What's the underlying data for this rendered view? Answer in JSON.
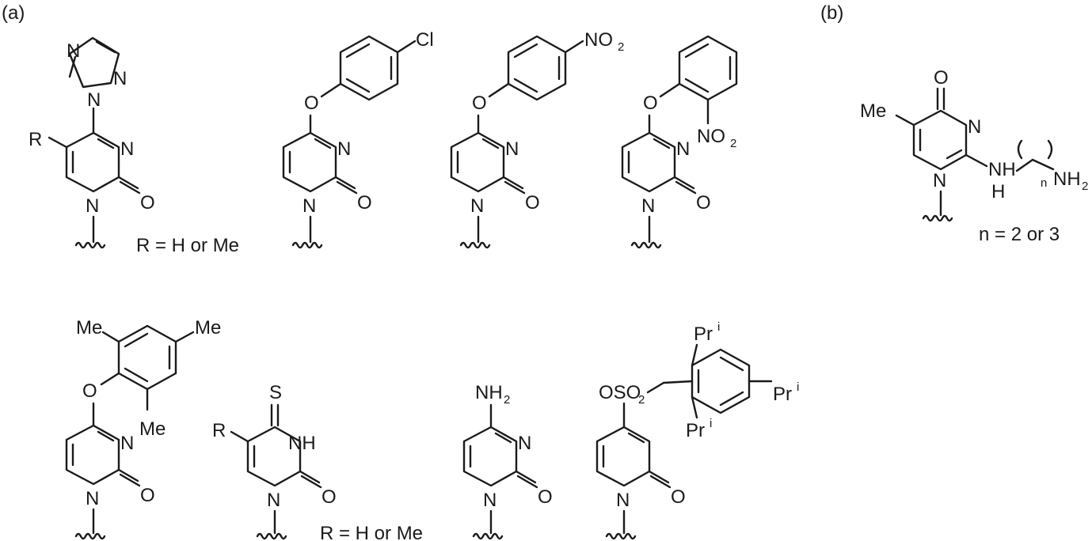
{
  "panels": {
    "a": "(a)",
    "b": "(b)"
  },
  "notes": {
    "r_h_or_me_1": "R = H or Me",
    "r_h_or_me_2": "R = H or Me",
    "n_2_or_3": "n = 2 or 3"
  },
  "atoms": {
    "N": "N",
    "O": "O",
    "R": "R",
    "S": "S",
    "Cl": "Cl",
    "Me": "Me",
    "NH": "NH",
    "H": "H",
    "n": "n",
    "NO": "NO",
    "NH_prefix": "NH",
    "OSO": "OSO",
    "Pr": "Pr",
    "i": "i",
    "two": "2"
  }
}
